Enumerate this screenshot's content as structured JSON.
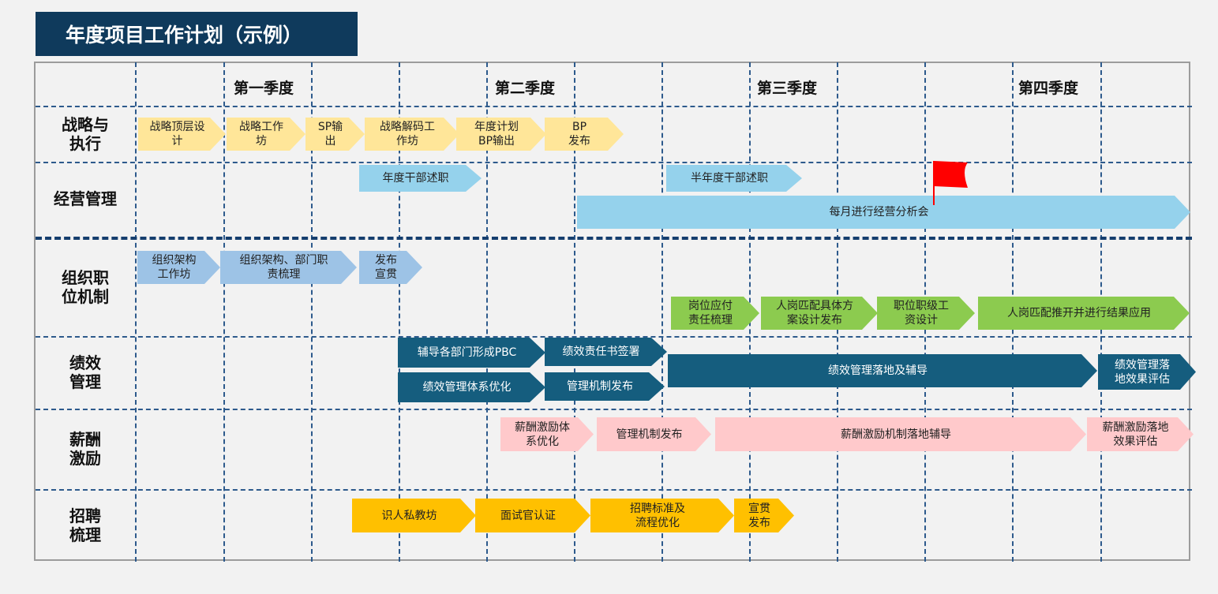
{
  "title": "年度项目工作计划（示例）",
  "quarters": [
    "第一季度",
    "第二季度",
    "第三季度",
    "第四季度"
  ],
  "rows": [
    {
      "label": "战略与\n执行"
    },
    {
      "label": "经营管理"
    },
    {
      "label": "组织职\n位机制"
    },
    {
      "label": "绩效\n管理"
    },
    {
      "label": "薪酬\n激励"
    },
    {
      "label": "招聘\n梳理"
    }
  ],
  "strategy": [
    "战略顶层设\n计",
    "战略工作\n坊",
    "SP输\n出",
    "战略解码工\n作坊",
    "年度计划\nBP输出",
    "BP\n发布"
  ],
  "ops": [
    "年度干部述职",
    "半年度干部述职",
    "每月进行经营分析会"
  ],
  "org": [
    "组织架构\n工作坊",
    "组织架构、部门职\n责梳理",
    "发布\n宣贯",
    "岗位应付\n责任梳理",
    "人岗匹配具体方\n案设计发布",
    "职位职级工\n资设计",
    "人岗匹配推开并进行结果应用"
  ],
  "perf": [
    "辅导各部门形成PBC",
    "绩效责任书签署",
    "绩效管理体系优化",
    "管理机制发布",
    "绩效管理落地及辅导",
    "绩效管理落\n地效果评估"
  ],
  "pay": [
    "薪酬激励体\n系优化",
    "管理机制发布",
    "薪酬激励机制落地辅导",
    "薪酬激励落地\n效果评估"
  ],
  "recruit": [
    "识人私教坊",
    "面试官认证",
    "招聘标准及\n流程优化",
    "宣贯\n发布"
  ],
  "colors": {
    "title_bg": "#0f3a5c",
    "strategy": "#ffe699",
    "ops": "#95d2ec",
    "org": "#9dc3e6",
    "org_green": "#8ccb4f",
    "perf": "#155d7e",
    "pay": "#ffc9cb",
    "recruit": "#ffc000",
    "flag": "#ff0000",
    "grid": "#2d5a8c"
  },
  "icons": {
    "milestone": "red-flag-icon"
  }
}
